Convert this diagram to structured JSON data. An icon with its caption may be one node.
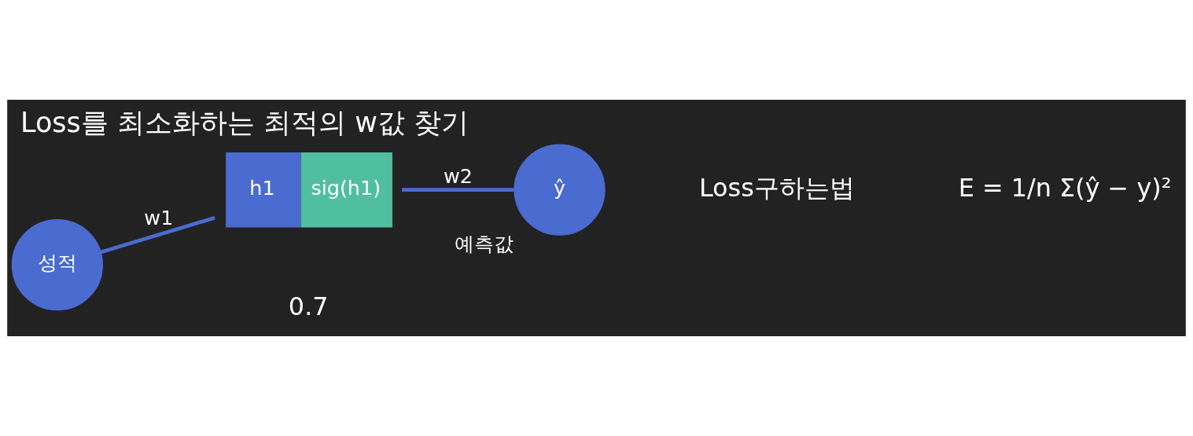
{
  "diagram": {
    "title": "Loss를 최소화하는 최적의 w값 찾기",
    "nodes": [
      {
        "text": [
          "성적"
        ]
      },
      {
        "text": [
          "h1",
          "sig(h1)"
        ]
      },
      {
        "text": [
          "ŷ"
        ],
        "beside": [
          "예측값"
        ]
      }
    ],
    "edges": [
      {
        "from": 0,
        "to": 1,
        "arrow": "none",
        "label": "w1"
      },
      {
        "from": 1,
        "to": 2,
        "arrow": "none",
        "label": "w2"
      }
    ],
    "labels": [
      "0.7",
      "Loss구하는법",
      "E = 1/n Σ(ŷ − y)²"
    ]
  }
}
